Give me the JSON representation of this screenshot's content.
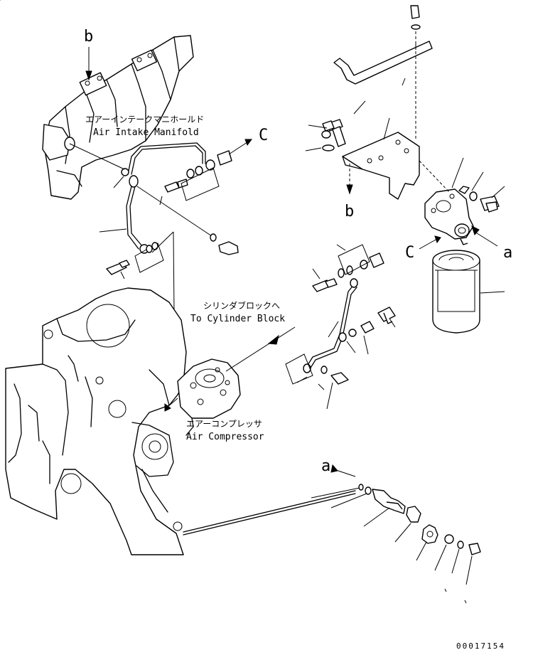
{
  "callouts": {
    "b_top": "b",
    "b_bottom": "b",
    "c_top": "C",
    "c_mid": "C",
    "a_right": "a",
    "a_bottom": "a"
  },
  "labels": {
    "intake_jp": "エアーインテークマニホールド",
    "intake_en": "Air Intake Manifold",
    "cylinder_jp": "シリンダブロックへ",
    "cylinder_en": "To Cylinder Block",
    "compressor_jp": "エアーコンプレッサ",
    "compressor_en": "Air Compressor"
  },
  "drawing_code": "00017154"
}
